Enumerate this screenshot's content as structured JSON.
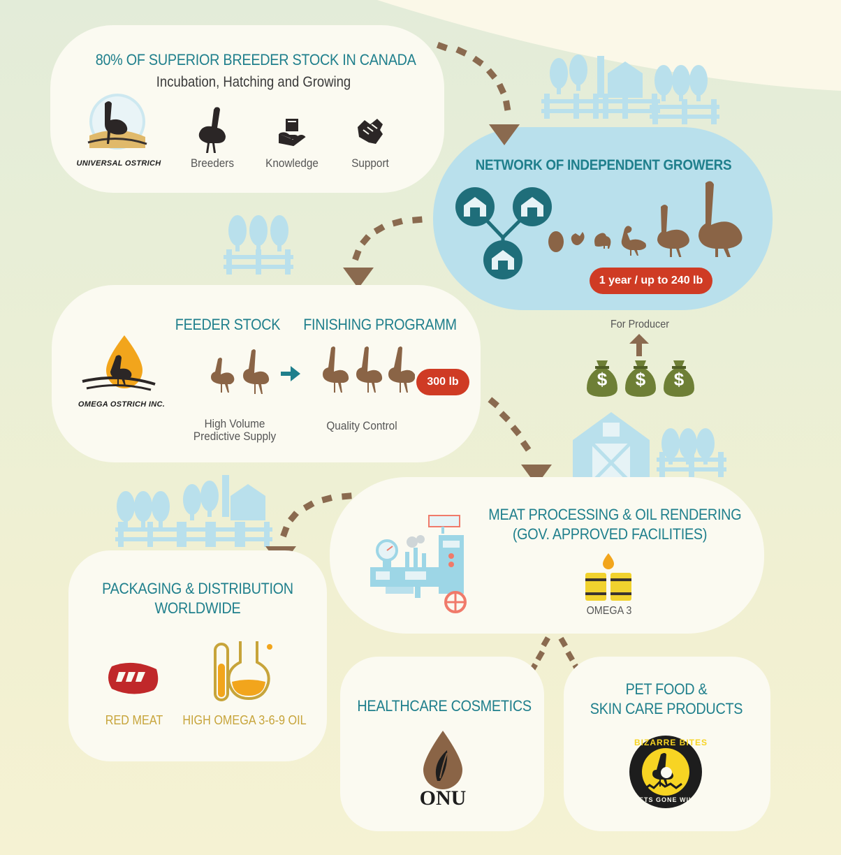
{
  "colors": {
    "teal_title": "#1f7f8c",
    "brown_bird": "#8a6446",
    "arrow_brown": "#8a6a4f",
    "pill_red": "#cf3b24",
    "light_blue": "#b9e0ec",
    "card_bg": "#fbfaf1",
    "gold": "#c7a43a"
  },
  "breeder": {
    "title": "80% OF SUPERIOR BREEDER STOCK IN CANADA",
    "subtitle": "Incubation, Hatching and Growing",
    "logo_text": "UNIVERSAL OSTRICH",
    "items": [
      "Breeders",
      "Knowledge",
      "Support"
    ]
  },
  "growers": {
    "title": "NETWORK OF INDEPENDENT GROWERS",
    "badge": "1 year / up to 240 lb"
  },
  "producer": {
    "label": "For Producer",
    "bag_symbol": "$"
  },
  "feeder": {
    "title_left": "FEEDER STOCK",
    "title_right": "FINISHING PROGRAMM",
    "logo_text": "OMEGA OSTRICH INC.",
    "badge": "300 lb",
    "label_left_line1": "High Volume",
    "label_left_line2": "Predictive Supply",
    "label_right": "Quality Control"
  },
  "processing": {
    "title_line1": "MEAT PROCESSING & OIL RENDERING",
    "title_line2": "(GOV. APPROVED FACILITIES)",
    "omega_label": "OMEGA 3"
  },
  "packaging": {
    "title_line1": "PACKAGING & DISTRIBUTION",
    "title_line2": "WORLDWIDE",
    "item1": "RED MEAT",
    "item2": "HIGH OMEGA 3-6-9 OIL"
  },
  "healthcare": {
    "title": "HEALTHCARE COSMETICS",
    "logo_text": "ONU"
  },
  "petfood": {
    "title_line1": "PET FOOD &",
    "title_line2": "SKIN CARE PRODUCTS",
    "logo_top": "BIZARRE BITES",
    "logo_bottom": "PETS GONE WILD"
  }
}
